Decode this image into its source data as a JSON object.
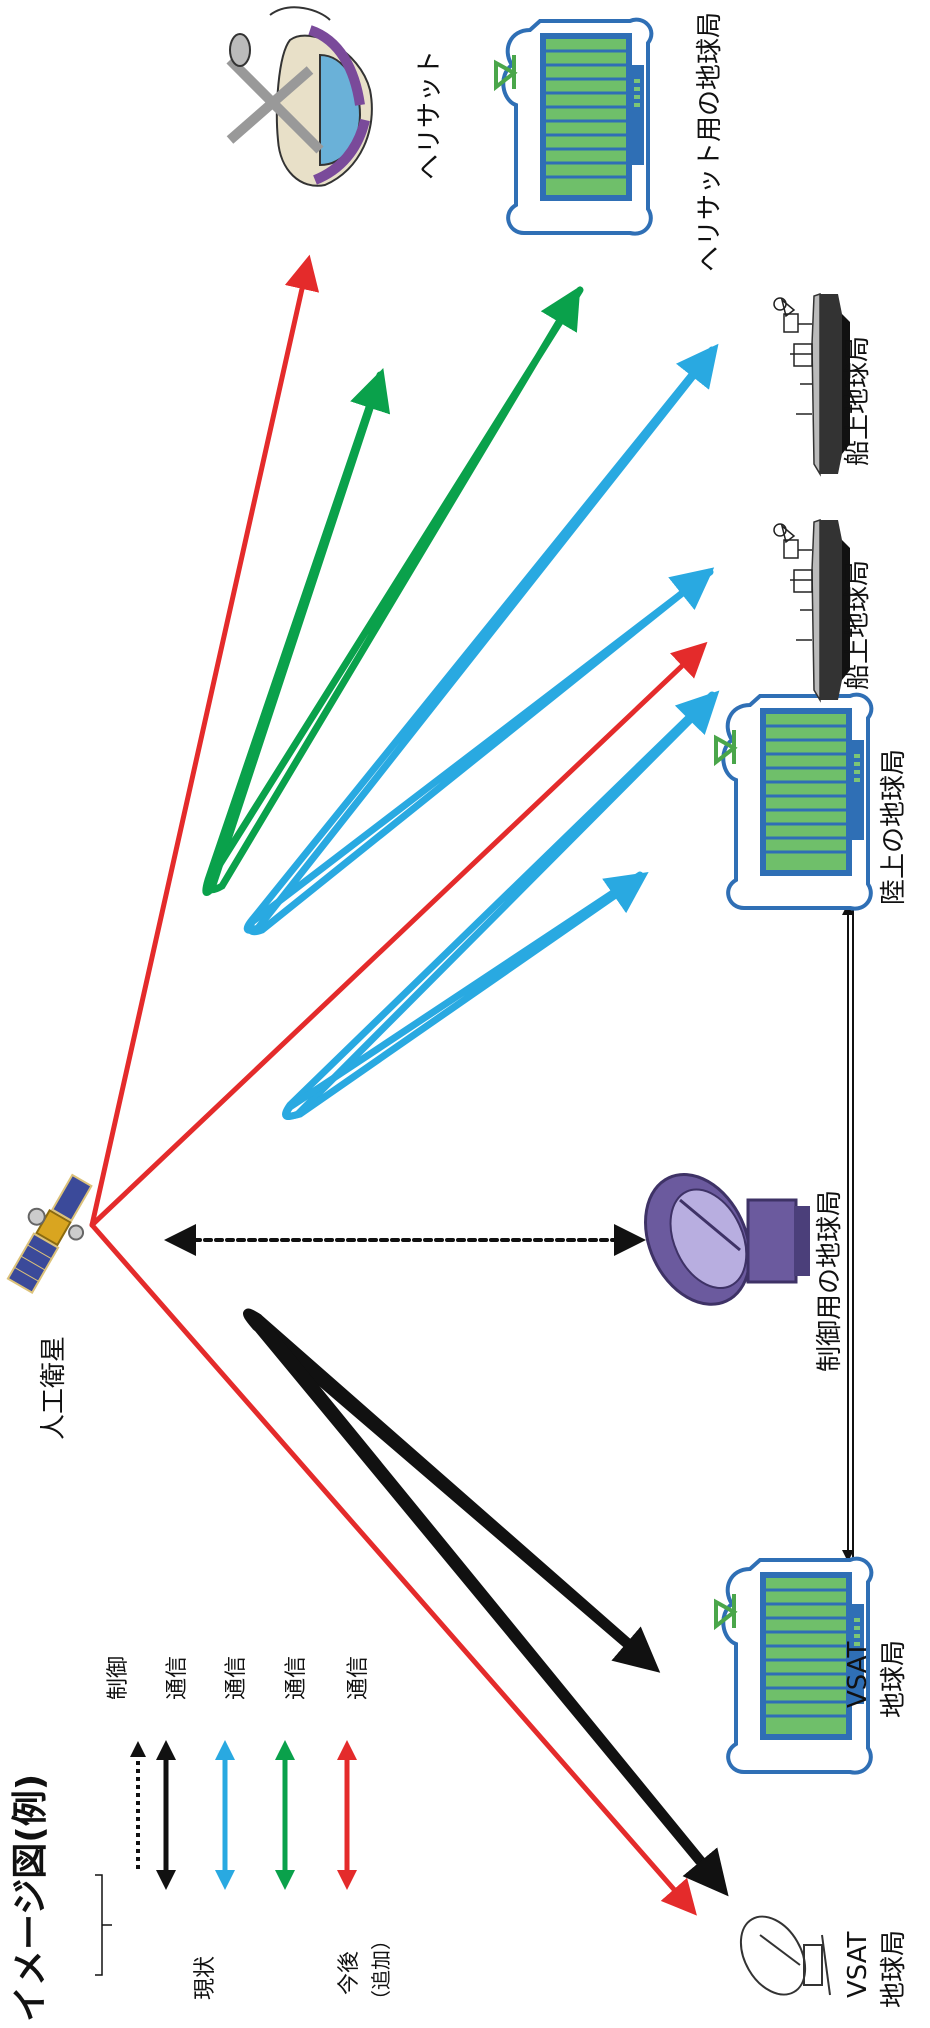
{
  "title": "イメージ図(例)",
  "legend": {
    "group_current": "現状",
    "group_future": "今後",
    "group_future_note": "（追加）",
    "items": [
      {
        "label": "制御",
        "color": "#111111",
        "style": "dotted"
      },
      {
        "label": "通信",
        "color": "#111111",
        "style": "solid"
      },
      {
        "label": "通信",
        "color": "#29a9e1",
        "style": "solid"
      },
      {
        "label": "通信",
        "color": "#0aa14b",
        "style": "solid"
      },
      {
        "label": "通信",
        "color": "#e42b2b",
        "style": "solid"
      }
    ]
  },
  "nodes": {
    "satellite": "人工衛星",
    "control_station": "制御用の地球局",
    "vsat_1": "VSAT\n地球局",
    "vsat_2": "VSAT\n地球局",
    "land_station": "陸上の地球局",
    "ship_1": "船上地球局",
    "ship_2": "船上地球局",
    "helisat_station": "ヘリサット用の地球局",
    "helisat": "ヘリサット"
  },
  "colors": {
    "red": "#e42b2b",
    "green": "#0aa14b",
    "blue": "#29a9e1",
    "black": "#111111",
    "building": "#2f6fb5",
    "building_stripe": "#7cc576",
    "dish_purple": "#6b5a9e"
  }
}
